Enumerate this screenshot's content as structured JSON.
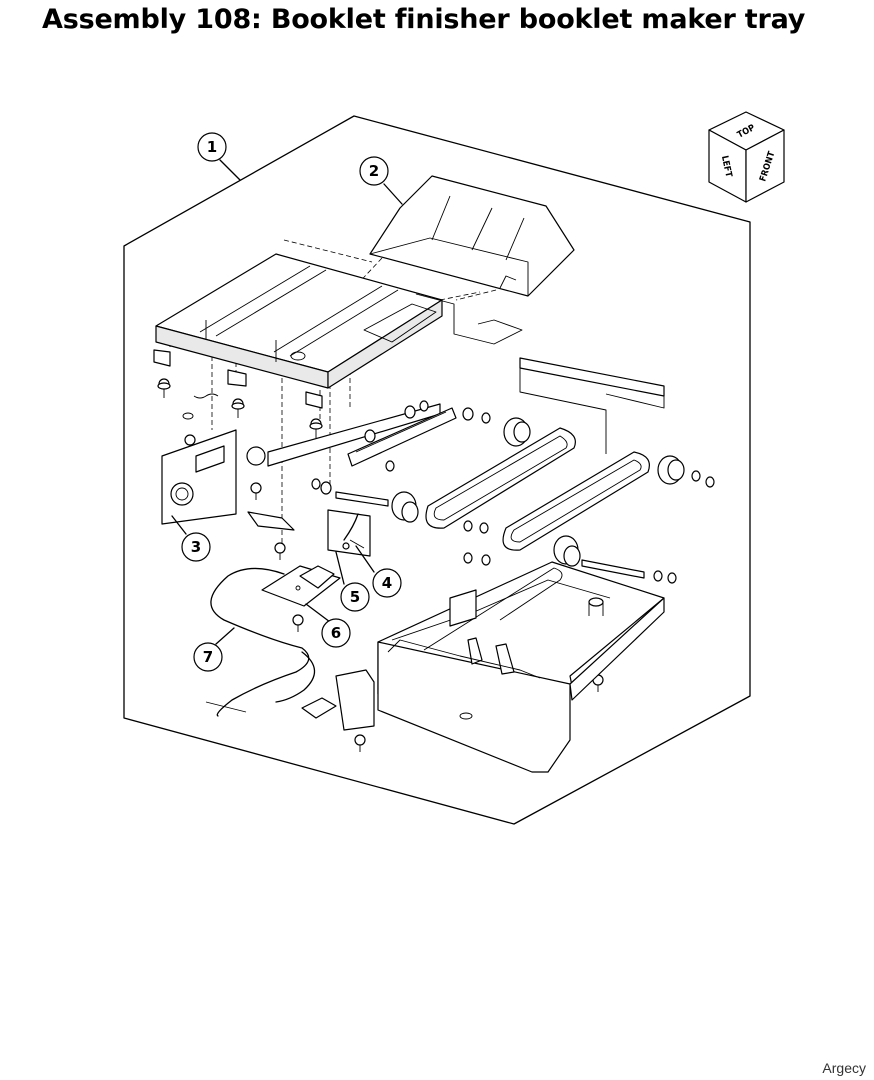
{
  "title": "Assembly 108: Booklet finisher booklet maker tray",
  "credit": "Argecy",
  "orientation_cube": {
    "top": "TOP",
    "left": "LEFT",
    "front": "FRONT"
  },
  "callouts": [
    "1",
    "2",
    "3",
    "4",
    "5",
    "6",
    "7"
  ]
}
